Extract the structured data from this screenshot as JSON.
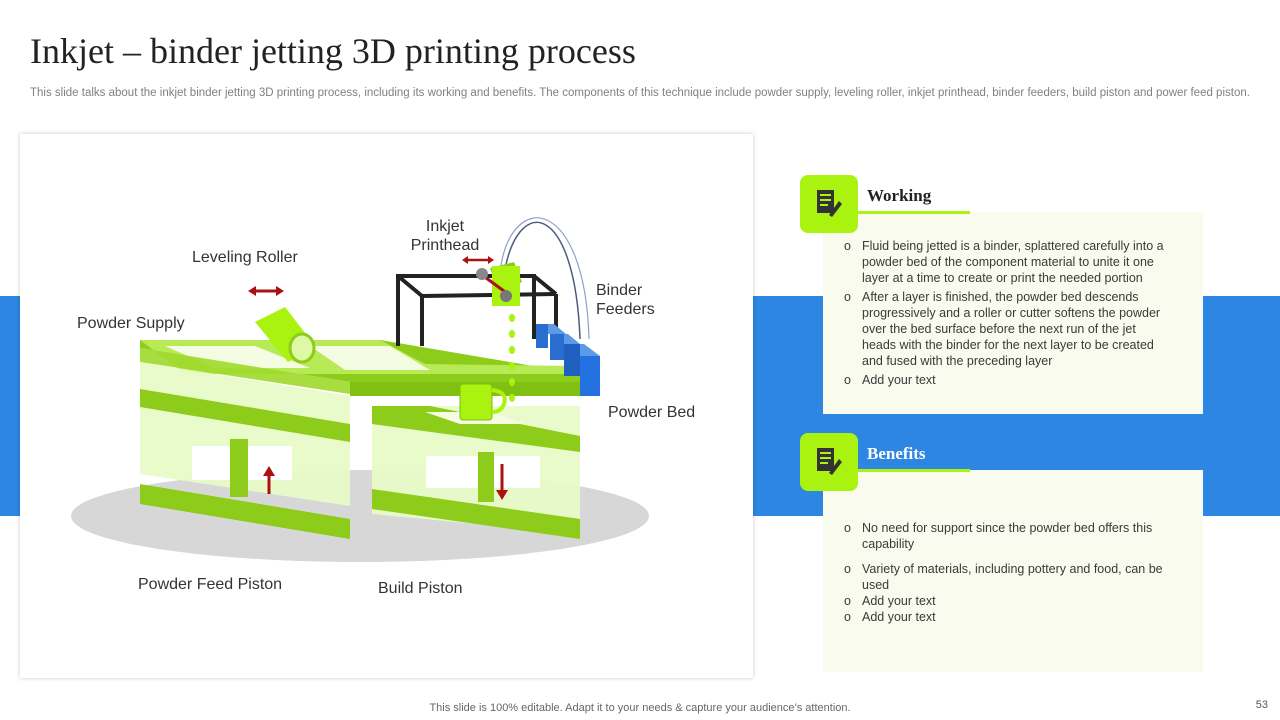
{
  "slide": {
    "title": "Inkjet – binder jetting 3D printing process",
    "subtitle": "This slide talks about the inkjet binder jetting 3D printing process, including its working and benefits. The components of this technique include powder supply, leveling roller, inkjet printhead, binder feeders, build piston and power feed piston.",
    "footer": "This slide is 100% editable. Adapt it to your needs & capture your audience’s attention.",
    "page_number": "53"
  },
  "colors": {
    "accent_green": "#aaf20f",
    "band_blue": "#2d87e2",
    "panel_bg": "#f8fbee"
  },
  "diagram": {
    "labels": {
      "inkjet_printhead": "Inkjet\nPrinthead",
      "leveling_roller": "Leveling Roller",
      "powder_supply": "Powder Supply",
      "binder_feeders": "Binder\nFeeders",
      "powder_bed": "Powder Bed",
      "powder_feed_piston": "Powder Feed Piston",
      "build_piston": "Build Piston"
    }
  },
  "working": {
    "icon": "document-pen-icon",
    "title": "Working",
    "items": [
      "Fluid being jetted is a binder, splattered carefully into a powder bed of the component material to unite it one layer at a time to create or print the needed portion",
      "After a layer is finished, the powder bed descends progressively and a roller or cutter softens the powder over the bed surface before the next run of the jet heads with the binder for the next layer to be created and fused with the preceding layer",
      "Add your text"
    ]
  },
  "benefits": {
    "icon": "document-pen-icon",
    "title": "Benefits",
    "items": [
      "No need for support since the powder bed offers this capability",
      "Variety of materials, including pottery and food, can be used",
      "Add your text",
      "Add your text"
    ]
  }
}
